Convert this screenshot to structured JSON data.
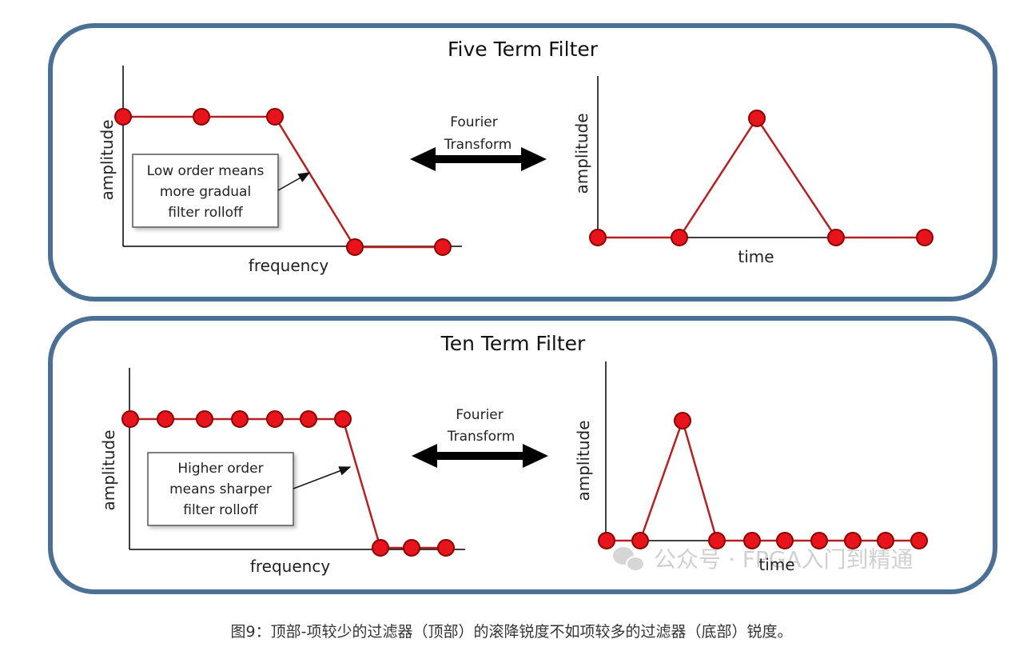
{
  "colors": {
    "panel_border": "#4b7094",
    "curve": "#b22222",
    "point_fill": "#e8141b",
    "point_stroke": "#8b0000",
    "axis": "#000000"
  },
  "panels": [
    {
      "title": "Five Term Filter",
      "frequency_plot": {
        "x_label": "frequency",
        "y_label": "amplitude",
        "note": [
          "Low order means",
          "more gradual",
          "filter rolloff"
        ]
      },
      "transform": {
        "line1": "Fourier",
        "line2": "Transform"
      },
      "time_plot": {
        "x_label": "time",
        "y_label": "amplitude"
      }
    },
    {
      "title": "Ten Term Filter",
      "frequency_plot": {
        "x_label": "frequency",
        "y_label": "amplitude",
        "note": [
          "Higher order",
          "means sharper",
          "filter rolloff"
        ]
      },
      "transform": {
        "line1": "Fourier",
        "line2": "Transform"
      },
      "time_plot": {
        "x_label": "time",
        "y_label": "amplitude"
      }
    }
  ],
  "watermark": "公众号 · FPGA入门到精通",
  "caption": "图9：顶部-项较少的过滤器（顶部）的滚降锐度不如项较多的过滤器（底部）锐度。",
  "chart_data": [
    {
      "type": "line",
      "panel": "Five Term Filter",
      "plot": "frequency response",
      "xlabel": "frequency",
      "ylabel": "amplitude",
      "x": [
        0,
        1,
        2,
        3,
        4
      ],
      "y": [
        1,
        1,
        1,
        0,
        0
      ]
    },
    {
      "type": "line",
      "panel": "Five Term Filter",
      "plot": "time response",
      "xlabel": "time",
      "ylabel": "amplitude",
      "x": [
        0,
        1,
        2,
        3,
        4
      ],
      "y": [
        0,
        0,
        1,
        0,
        0
      ]
    },
    {
      "type": "line",
      "panel": "Ten Term Filter",
      "plot": "frequency response",
      "xlabel": "frequency",
      "ylabel": "amplitude",
      "x": [
        0,
        1,
        2,
        3,
        4,
        5,
        6,
        7,
        8,
        9
      ],
      "y": [
        1,
        1,
        1,
        1,
        1,
        1,
        1,
        0,
        0,
        0
      ]
    },
    {
      "type": "line",
      "panel": "Ten Term Filter",
      "plot": "time response",
      "xlabel": "time",
      "ylabel": "amplitude",
      "x": [
        0,
        1,
        2,
        3,
        4,
        5,
        6,
        7,
        8,
        9
      ],
      "y": [
        0,
        0,
        1,
        0,
        0,
        0,
        0,
        0,
        0,
        0
      ]
    }
  ]
}
